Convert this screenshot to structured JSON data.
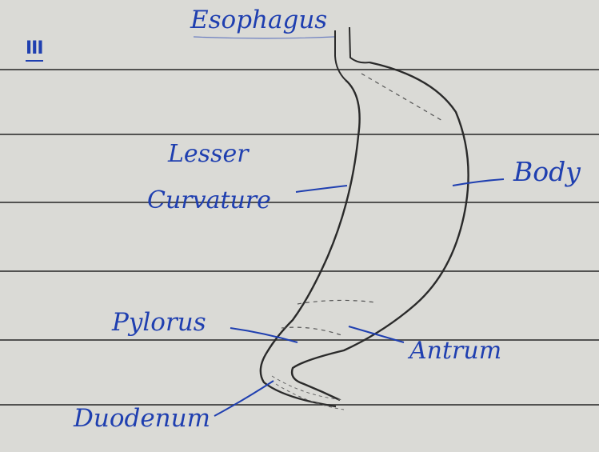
{
  "question_number": "III",
  "labels": {
    "esophagus": "Esophagus",
    "lesser_curvature_line1": "Lesser",
    "lesser_curvature_line2": "Curvature",
    "body": "Body",
    "pylorus": "Pylorus",
    "antrum": "Antrum",
    "duodenum": "Duodenum"
  },
  "colors": {
    "ink_blue": "#1f3fb0",
    "pencil": "#2a2a2a",
    "paper": "#dadad6",
    "rule_line": "#3a3a3a"
  }
}
